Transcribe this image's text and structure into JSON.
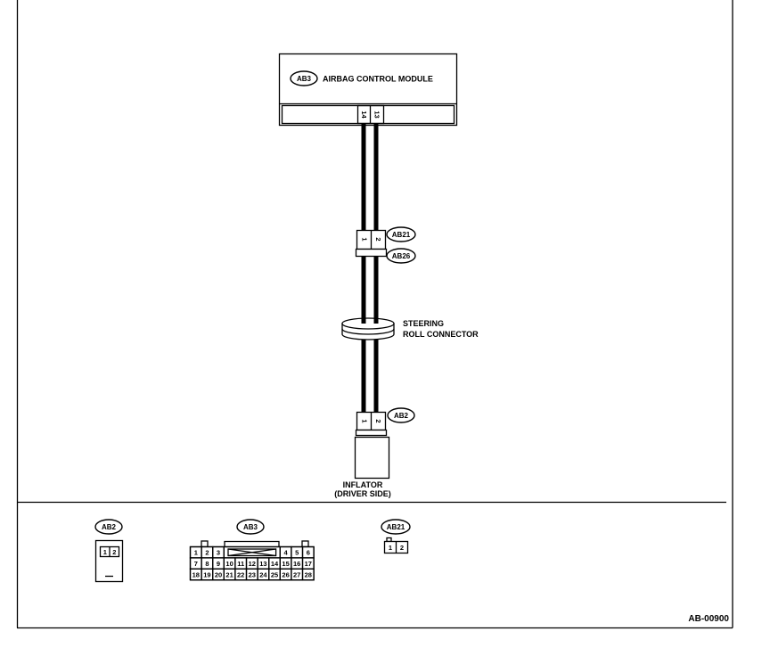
{
  "module": {
    "code": "AB3",
    "name": "AIRBAG CONTROL MODULE",
    "pins": [
      "14",
      "13"
    ]
  },
  "harness_junction": {
    "codes": [
      "AB21",
      "AB26"
    ],
    "pins": [
      "1",
      "2"
    ]
  },
  "roll_connector": {
    "label_lines": [
      "STEERING",
      "ROLL CONNECTOR"
    ]
  },
  "inflator_connector": {
    "code": "AB2",
    "pins": [
      "1",
      "2"
    ]
  },
  "inflator": {
    "label_lines": [
      "INFLATOR",
      "(DRIVER SIDE)"
    ]
  },
  "connector_views": {
    "ab2": {
      "code": "AB2",
      "pins": [
        "1",
        "2"
      ]
    },
    "ab3": {
      "code": "AB3",
      "rows": [
        [
          "1",
          "2",
          "3",
          "4",
          "5",
          "6"
        ],
        [
          "7",
          "8",
          "9",
          "10",
          "11",
          "12",
          "13",
          "14",
          "15",
          "16",
          "17"
        ],
        [
          "18",
          "19",
          "20",
          "21",
          "22",
          "23",
          "24",
          "25",
          "26",
          "27",
          "28"
        ]
      ]
    },
    "ab21": {
      "code": "AB21",
      "pins": [
        "1",
        "2"
      ]
    }
  },
  "figure_code": "AB-00900"
}
